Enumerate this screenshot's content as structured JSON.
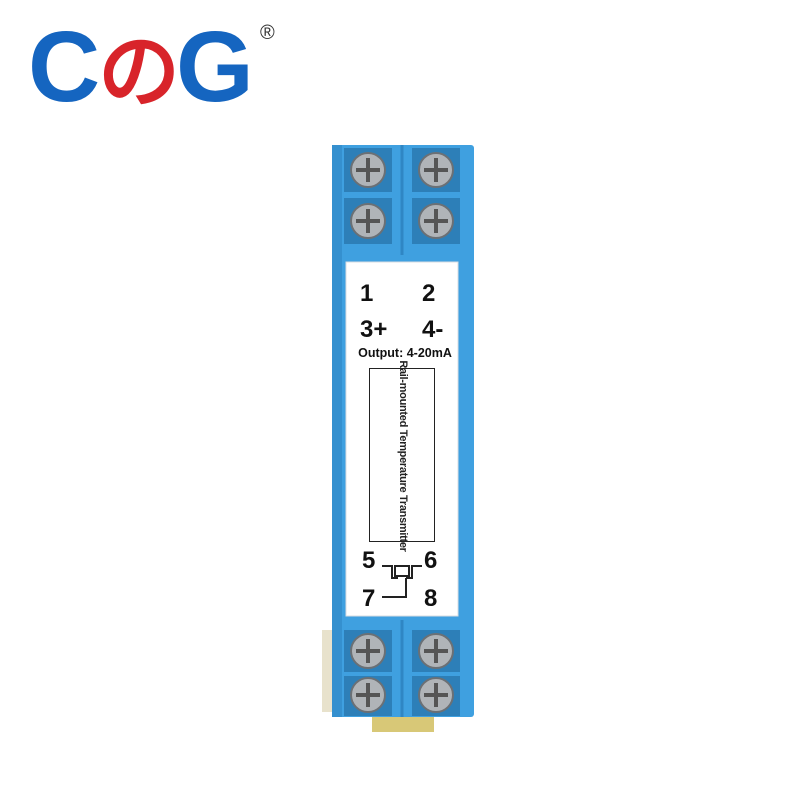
{
  "brand": {
    "c1": "C",
    "no": "の",
    "g": "G",
    "registered": "®",
    "colors": {
      "blue": "#1565c0",
      "red": "#d8242a"
    }
  },
  "device": {
    "body_color": "#3fa0e0",
    "top_terminals": [
      "1",
      "2"
    ],
    "polarity_terminals": [
      "3+",
      "4-"
    ],
    "output_label": "Output: 4-20mA",
    "product_name": "Rail-mounted Temperature Transmitter",
    "bottom_terminals_row1": [
      "5",
      "6"
    ],
    "bottom_terminals_row2": [
      "7",
      "8"
    ]
  }
}
